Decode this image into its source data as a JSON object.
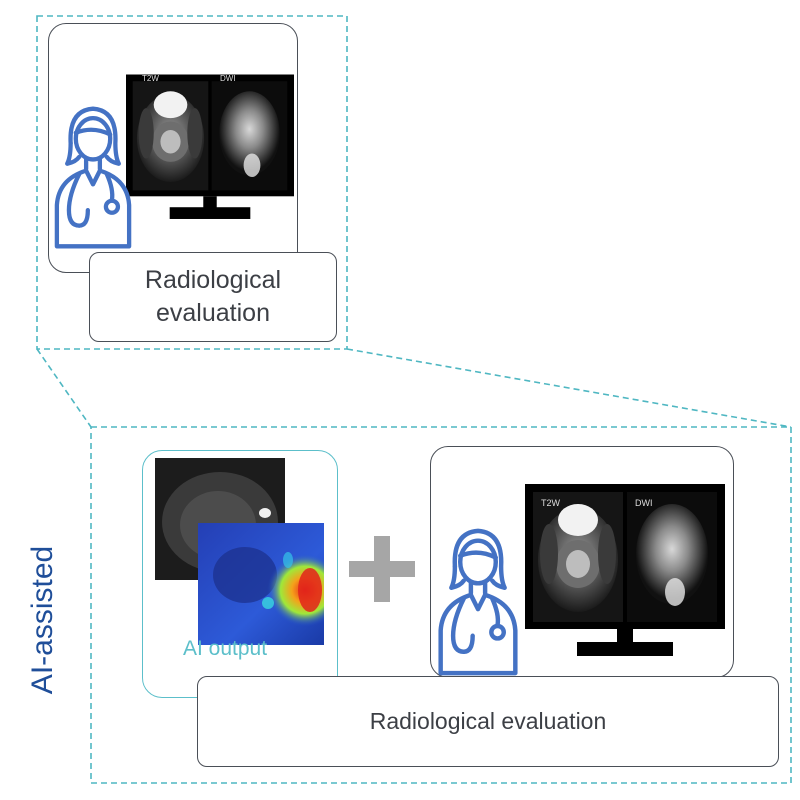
{
  "top_panel": {
    "label_line1": "Radiological",
    "label_line2": "evaluation",
    "monitor_tag_left": "T2W",
    "monitor_tag_right": "DWI"
  },
  "bottom_panel": {
    "side_label": "AI-assisted",
    "ai_output_label": "AI output",
    "label": "Radiological evaluation",
    "monitor_tag_left": "T2W",
    "monitor_tag_right": "DWI"
  },
  "colors": {
    "dashed_frame": "#4fb7c2",
    "doctor_icon": "#4472c4",
    "ai_accent": "#5cbfca",
    "side_label": "#1f4e99",
    "plus": "#a6a6a6"
  },
  "icons": [
    "doctor-icon",
    "monitor-icon",
    "plus-icon",
    "heatmap-image",
    "mri-image"
  ]
}
